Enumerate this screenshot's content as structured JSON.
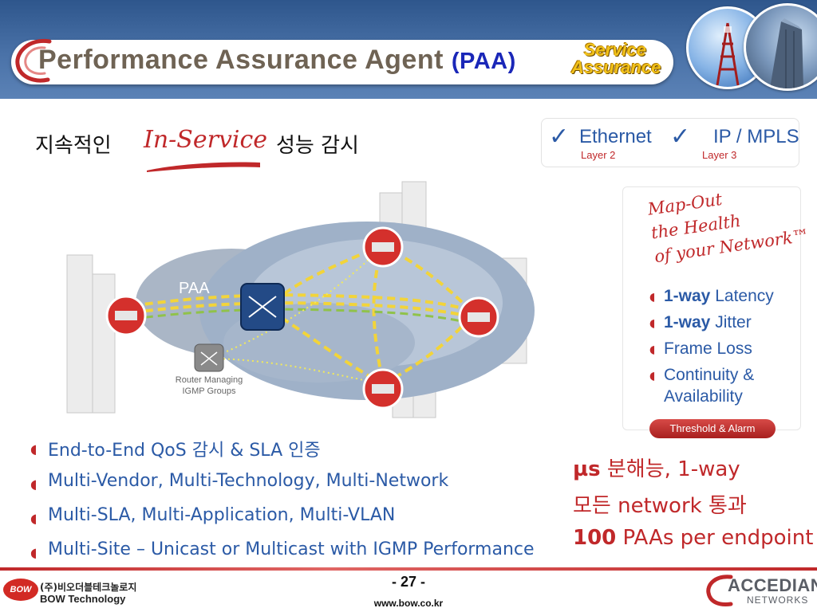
{
  "header": {
    "title_main": "Performance Assurance Agent",
    "title_paa": "(PAA)",
    "badge_line1": "Service",
    "badge_line2": "Assurance"
  },
  "subtitle": {
    "prefix": "지속적인",
    "highlight": "In-Service",
    "suffix": "성능 감시"
  },
  "layers": [
    {
      "name": "Ethernet",
      "sub": "Layer 2"
    },
    {
      "name": "IP / MPLS",
      "sub": "Layer 3"
    }
  ],
  "diagram": {
    "paa_label": "PAA",
    "router_label_1": "Router Managing",
    "router_label_2": "IGMP Groups"
  },
  "panel": {
    "hand_1": "Map-Out",
    "hand_2": "the Health",
    "hand_3": "of your Network™",
    "metrics": [
      {
        "bold": "1-way",
        "rest": " Latency"
      },
      {
        "bold": "1-way",
        "rest": " Jitter"
      },
      {
        "bold": "",
        "rest": "Frame  Loss"
      },
      {
        "bold": "",
        "rest": "Continuity &"
      }
    ],
    "metric_cont": "Availability",
    "threshold": "Threshold & Alarm"
  },
  "bullets": [
    "End-to-End QoS 감시 & SLA 인증",
    "Multi-Vendor, Multi-Technology, Multi-Network",
    "Multi-SLA, Multi-Application, Multi-VLAN",
    "Multi-Site – Unicast or Multicast with IGMP Performance"
  ],
  "highlights": {
    "line1_bold": "µs",
    "line1_rest": " 분해능, 1-way",
    "line2": "모든 network 통과",
    "line3_bold": "100",
    "line3_rest": " PAAs per endpoint"
  },
  "footer": {
    "page": "- 27 -",
    "url": "www.bow.co.kr",
    "bow_mark": "BOW",
    "bow_kr": "(주)비오더블테크놀로지",
    "bow_en": "BOW Technology",
    "accedian": "ACCEDIAN",
    "accedian_sub": "NETWORKS"
  },
  "colors": {
    "accent_red": "#c0282a",
    "accent_blue": "#2b5aa6",
    "header_blue": "#4a72a8"
  }
}
